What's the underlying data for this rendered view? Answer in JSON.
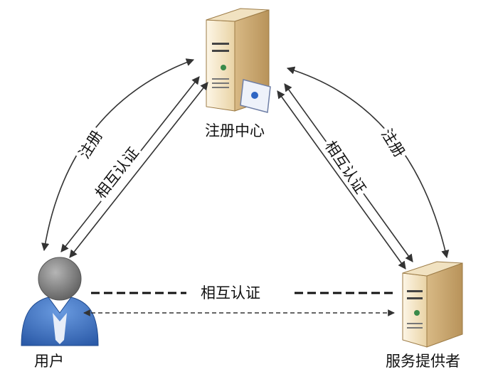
{
  "nodes": {
    "registry": {
      "label": "注册中心",
      "icon": "server-with-certificate-icon"
    },
    "user": {
      "label": "用户",
      "icon": "user-avatar-icon"
    },
    "provider": {
      "label": "服务提供者",
      "icon": "server-tower-icon"
    }
  },
  "edges": {
    "user_register": "注册",
    "user_mutual_auth": "相互认证",
    "provider_register": "注册",
    "provider_mutual_auth": "相互认证",
    "user_provider_mutual_auth": "相互认证"
  },
  "colors": {
    "server_light": "#f4e6c8",
    "server_dark": "#c9a770",
    "user_body": "#3a6fc4",
    "user_head": "#7d7d7d",
    "arrow": "#333333"
  }
}
